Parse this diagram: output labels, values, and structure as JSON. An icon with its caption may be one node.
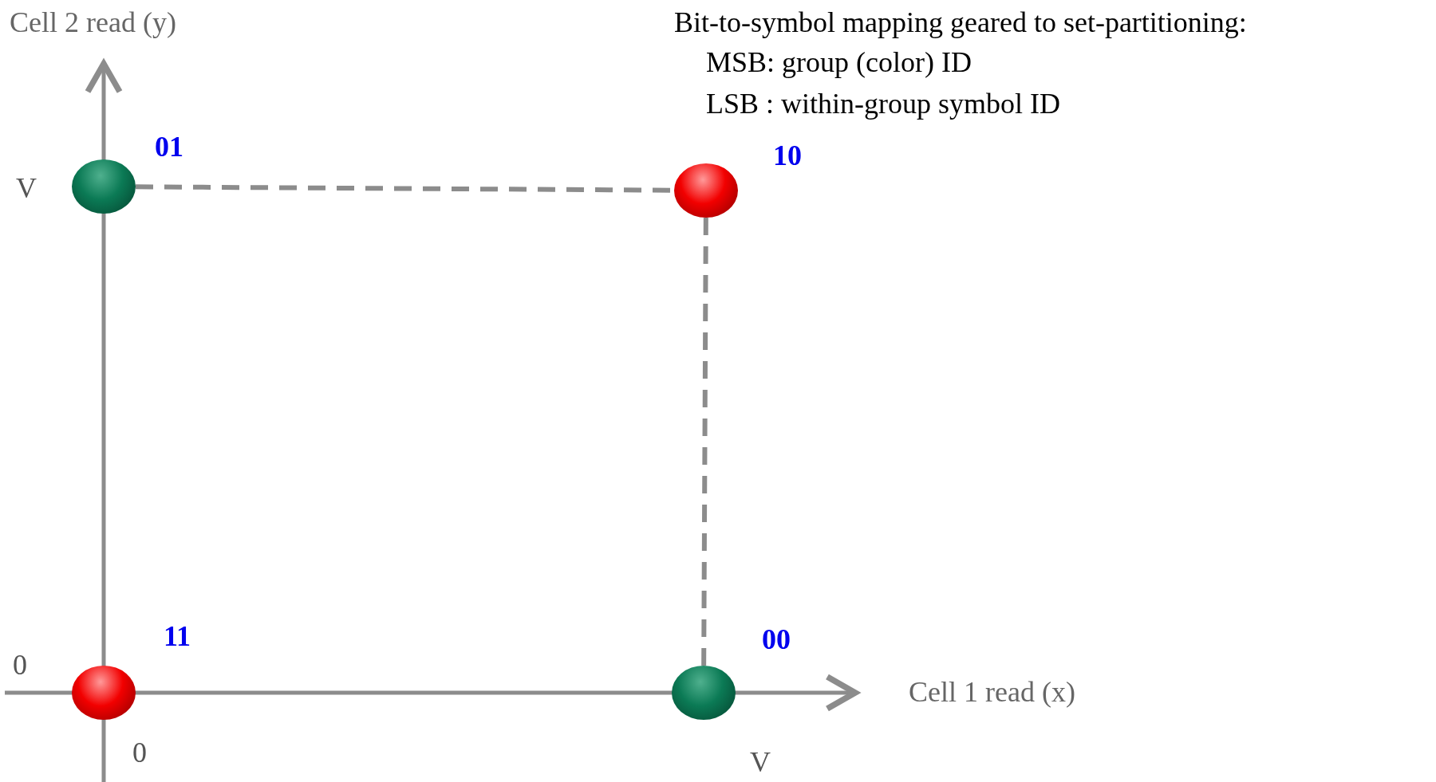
{
  "diagram": {
    "title": "Bit-to-symbol mapping geared to set-partitioning:",
    "nodes": [
      {
        "text": [],
        "shape": "circle",
        "beside": [
          "01"
        ]
      },
      {
        "text": [],
        "shape": "circle",
        "beside": [
          "10"
        ]
      },
      {
        "text": [],
        "shape": "circle",
        "beside": [
          "11"
        ]
      },
      {
        "text": [],
        "shape": "circle",
        "beside": [
          "00"
        ]
      }
    ],
    "edges": [
      {
        "from": 0,
        "to": 1,
        "arrow": "none",
        "style": "dashed"
      },
      {
        "from": 1,
        "to": 3,
        "arrow": "none",
        "style": "dashed"
      }
    ],
    "labels": [
      "Cell 2 read (y)",
      "MSB: group (color) ID",
      "LSB : within-group symbol ID",
      "V",
      "0",
      "Cell 1 read (x)",
      "0",
      "V"
    ]
  }
}
